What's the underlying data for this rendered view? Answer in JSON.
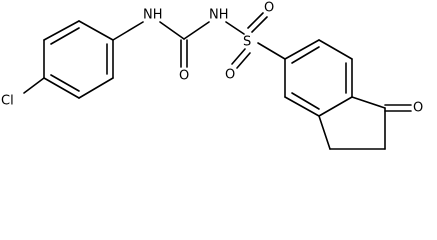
{
  "molecule": {
    "atoms": {
      "chlorine": "Cl",
      "urea_nh": "NH",
      "urea_oxygen": "O",
      "sulfonamide_nh": "NH",
      "sulfur": "S",
      "sulfonyl_oxygen_top": "O",
      "sulfonyl_oxygen_bottom": "O",
      "ketone_oxygen": "O"
    },
    "colors": {
      "ink": "#000000",
      "background": "#ffffff"
    }
  }
}
